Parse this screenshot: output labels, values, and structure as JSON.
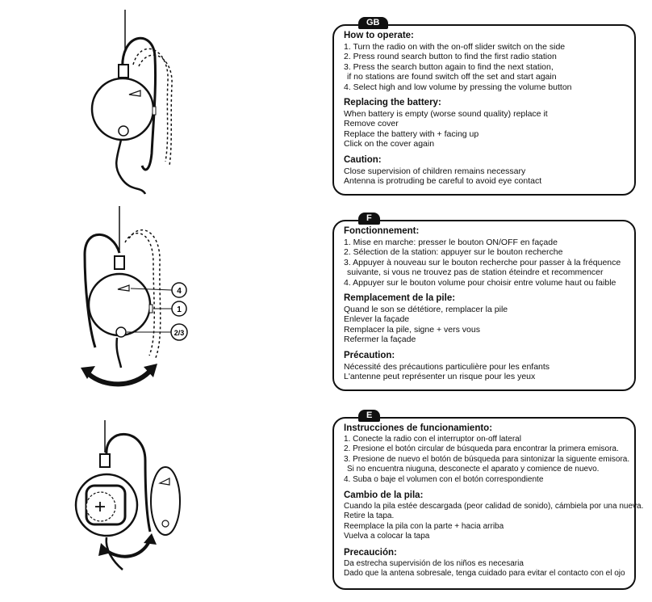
{
  "gb": {
    "tab": "GB",
    "operate_title": "How to operate:",
    "operate": [
      "1. Turn the radio on with the on-off slider switch on the side",
      "2. Press round search button to find the first radio station",
      "3. Press the search button again to find the next station,",
      "if no stations are found switch off the set and start again",
      "4. Select high and low volume by pressing the volume button"
    ],
    "battery_title": "Replacing the battery:",
    "battery": [
      "When battery is empty (worse sound quality) replace it",
      "Remove cover",
      "Replace the battery with + facing up",
      "Click on the cover again"
    ],
    "caution_title": "Caution:",
    "caution": [
      "Close supervision of children remains necessary",
      "Antenna is protruding be careful to avoid eye contact"
    ]
  },
  "f": {
    "tab": "F",
    "operate_title": "Fonctionnement:",
    "operate": [
      "1. Mise en marche: presser le bouton ON/OFF en façade",
      "2. Sélection de la station: appuyer sur le bouton recherche",
      "3. Appuyer à nouveau sur le bouton recherche pour passer à la fréquence",
      "suivante, si vous ne trouvez pas de station éteindre et recommencer",
      "4. Appuyer sur le bouton volume pour choisir entre volume haut ou faible"
    ],
    "battery_title": "Remplacement de la pile:",
    "battery": [
      "Quand le son se dététiore, remplacer la pile",
      "Enlever la façade",
      "Remplacer la pile, signe + vers vous",
      "Refermer la façade"
    ],
    "caution_title": "Précaution:",
    "caution": [
      "Nécessité des précautions particulière pour les enfants",
      "L'antenne peut représenter un risque pour les yeux"
    ]
  },
  "e": {
    "tab": "E",
    "operate_title": "Instrucciones de funcionamiento:",
    "operate": [
      "1. Conecte la radio con el interruptor on-off lateral",
      "2. Presione el botón circular de búsqueda para encontrar la primera emisora.",
      "3. Presione de nuevo el botón de búsqueda para sintonizar la siguente emisora.",
      "Si no encuentra niuguna, desconecte el aparato y comience de nuevo.",
      "4. Suba o baje el volumen con el botón correspondiente"
    ],
    "battery_title": "Cambio de la pila:",
    "battery": [
      "Cuando la pila estée descargada (peor calidad de sonido), cámbiela por una nueva.",
      "Retire la tapa.",
      "Reemplace la pila con la parte + hacia arriba",
      "Vuelva a colocar la tapa"
    ],
    "caution_title": "Precaución:",
    "caution": [
      "Da estrecha supervisión de los niños es necesaria",
      "Dado que la antena sobresale, tenga cuidado para evitar el contacto con el ojo"
    ]
  },
  "callouts": {
    "volume": "4",
    "switch": "1",
    "search": "2/3"
  }
}
